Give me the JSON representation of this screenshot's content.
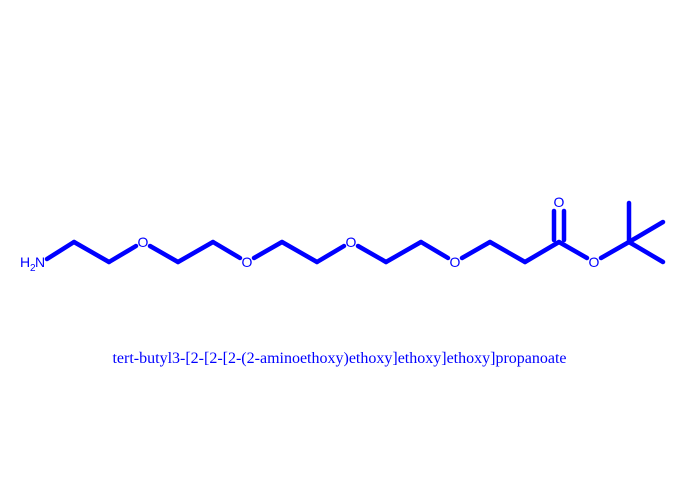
{
  "compound_name": "tert-butyl3-[2-[2-[2-(2-aminoethoxy)ethoxy]ethoxy]ethoxy]propanoate",
  "color": "#0000ff",
  "atom_labels": {
    "amine_main": "H",
    "amine_sub": "2",
    "amine_n": "N",
    "oxygen": "O"
  }
}
